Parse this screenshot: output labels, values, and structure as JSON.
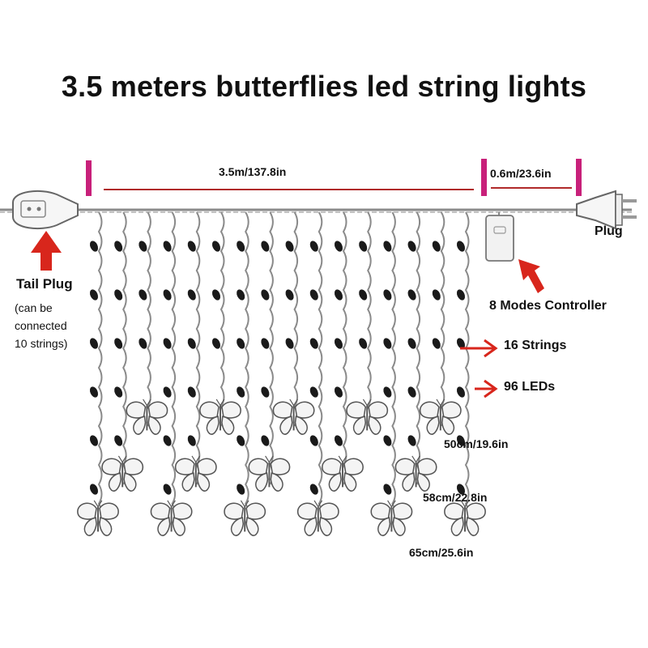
{
  "title": "3.5 meters butterflies led string lights",
  "dimensions": {
    "main_length": "3.5m/137.8in",
    "lead_length": "0.6m/23.6in"
  },
  "labels": {
    "tail_plug": "Tail Plug",
    "tail_plug_note": [
      "(can be",
      "connected",
      "10 strings)"
    ],
    "plug": "Plug",
    "controller": "8 Modes Controller",
    "strings": "16 Strings",
    "leds": "96 LEDs",
    "drop_short": "50cm/19.6in",
    "drop_medium": "58cm/22.8in",
    "drop_long": "65cm/25.6in"
  },
  "colors": {
    "marker": "#c8207a",
    "measure_line": "#b02a2a",
    "arrow": "#d8261c",
    "wire": "#8a8a8a",
    "led": "#1a1a1a"
  },
  "icons": [
    "tail-plug-icon",
    "plug-icon",
    "controller-icon",
    "butterfly-icon",
    "arrow-icon"
  ]
}
